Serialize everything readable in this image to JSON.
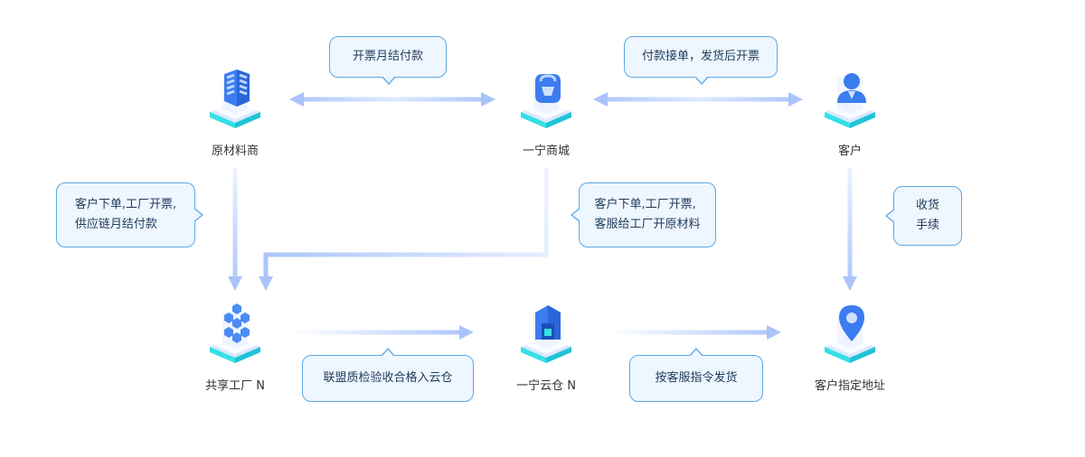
{
  "colors": {
    "accent": "#4a8bf5",
    "cyan": "#35e0e6",
    "bubble_bg": "#eef6ff",
    "bubble_border": "#5aa9e6",
    "arrow_light": "#e4edff",
    "arrow_dark": "#a9c4fb"
  },
  "nodes": {
    "raw_material": {
      "label": "原材料商",
      "icon": "building-icon"
    },
    "mall": {
      "label": "一宁商城",
      "icon": "shopping-bag-icon"
    },
    "customer": {
      "label": "客户",
      "icon": "user-icon"
    },
    "factory": {
      "label": "共享工厂 N",
      "icon": "hexagon-network-icon"
    },
    "warehouse": {
      "label": "一宁云仓 N",
      "icon": "warehouse-icon"
    },
    "address": {
      "label": "客户指定地址",
      "icon": "location-pin-icon"
    }
  },
  "bubbles": {
    "monthly_payment": {
      "lines": [
        "开票月结付款"
      ]
    },
    "pay_order": {
      "lines": [
        "付款接单，发货后开票"
      ]
    },
    "factory_order_left": {
      "lines": [
        "客户下单,工厂开票,",
        "供应链月结付款"
      ]
    },
    "factory_order_mid": {
      "lines": [
        "客户下单,工厂开票,",
        "客服给工厂开原材料"
      ]
    },
    "receipt": {
      "lines": [
        "收货",
        "手续"
      ]
    },
    "quality_check": {
      "lines": [
        "联盟质检验收合格入云仓"
      ]
    },
    "ship_order": {
      "lines": [
        "按客服指令发货"
      ]
    }
  }
}
